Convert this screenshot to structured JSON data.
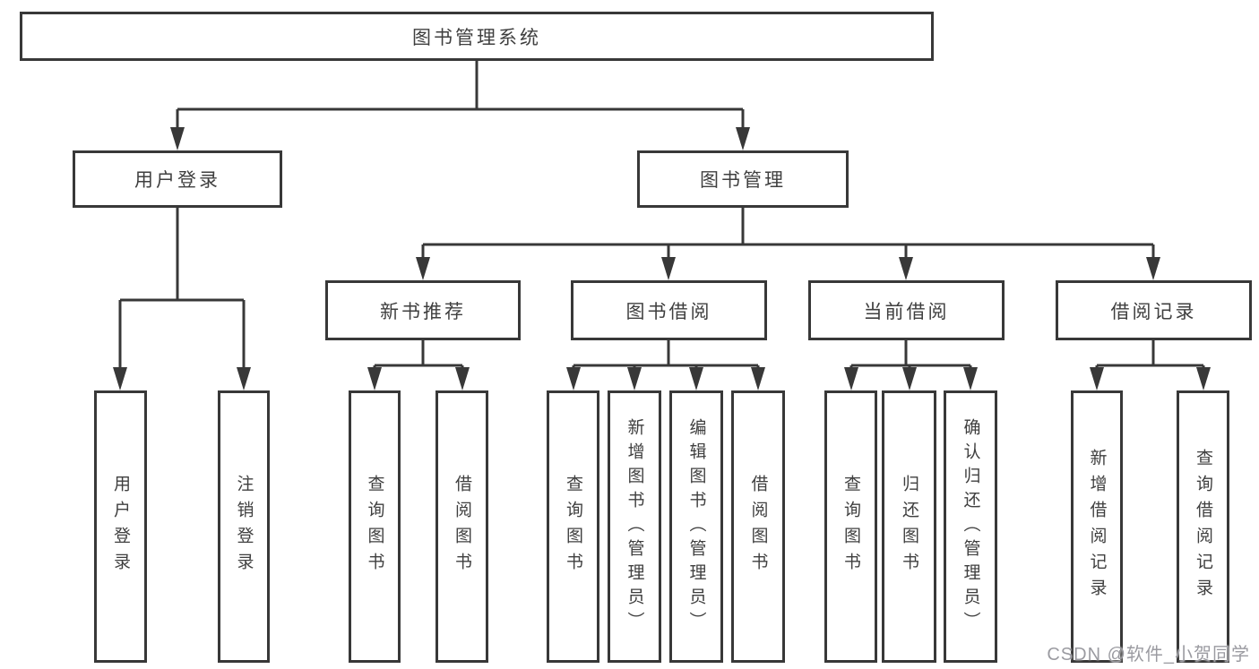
{
  "diagram": {
    "root": {
      "label": "图书管理系统"
    },
    "level2": [
      {
        "label": "用户登录",
        "children": [
          "用户登录",
          "注销登录"
        ]
      },
      {
        "label": "图书管理"
      }
    ],
    "level3": [
      {
        "label": "新书推荐",
        "children": [
          "查询图书",
          "借阅图书"
        ]
      },
      {
        "label": "图书借阅",
        "children": [
          "查询图书",
          "新增图书（管理员）",
          "编辑图书（管理员）",
          "借阅图书"
        ]
      },
      {
        "label": "当前借阅",
        "children": [
          "查询图书",
          "归还图书",
          "确认归还（管理员）"
        ]
      },
      {
        "label": "借阅记录",
        "children": [
          "新增借阅记录",
          "查询借阅记录"
        ]
      }
    ]
  },
  "watermark": "CSDN @软件_小贺同学",
  "colors": {
    "line": "#383838",
    "text": "#3f3f3f",
    "background": "#ffffff",
    "watermark": "#9b9ba1"
  }
}
